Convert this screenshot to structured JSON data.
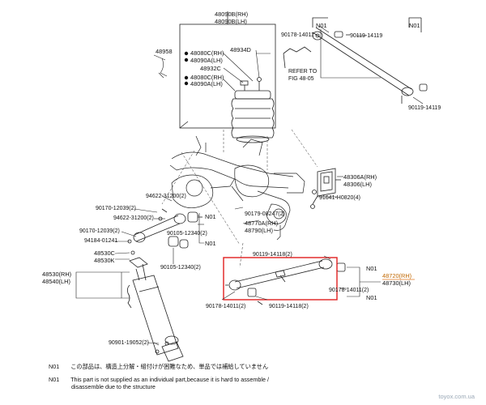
{
  "labels": {
    "p48090b_rh": "48090B(RH)",
    "p48090b_lh": "48090B(LH)",
    "p48958": "48958",
    "p48934d": "48934D",
    "p48080c_rh_a": "48080C(RH)",
    "p48090a_lh_a": "48090A(LH)",
    "p48932c": "48932C",
    "p48080c_rh_b": "48080C(RH)",
    "p48090a_lh_b": "48090A(LH)",
    "p90178_14011_top": "90178-14011",
    "n01_top_left": "N01",
    "p90119_14119_top": "90119-14119",
    "n01_top_right": "N01",
    "refer_to": "REFER TO",
    "fig_48_05": "FIG 48-05",
    "p90119_14119_bot": "90119-14119",
    "p48306a_rh": "48306A(RH)",
    "p48306_lh": "48306(LH)",
    "p94622_31200_a": "94622-31200(2)",
    "p91641_h0820": "91641-H0820(4)",
    "p90170_12039_a": "90170-12039(2)",
    "p94622_31200_b": "94622-31200(2)",
    "n01_mid_a": "N01",
    "p90179_08247": "90179-08247(2)",
    "p48770a_rh": "48770A(RH)",
    "p48790_lh": "48790(LH)",
    "p90170_12039_b": "90170-12039(2)",
    "p94184_01241": "94184-01241",
    "p90105_12340_a": "90105-12340(2)",
    "n01_mid_b": "N01",
    "p48530c": "48530C",
    "p48530k": "48530K",
    "p90105_12340_b": "90105-12340(2)",
    "p48530_rh": "48530(RH)",
    "p48540_lh": "48540(LH)",
    "p90119_14118_top": "90119-14118(2)",
    "n01_right_a": "N01",
    "p48720_rh": "48720(RH)",
    "p48730_lh": "48730(LH)",
    "p90178_14011_right": "90178-14011(2)",
    "n01_right_b": "N01",
    "p90178_14011_bot": "90178-14011(2)",
    "p90119_14118_bot": "90119-14118(2)",
    "p90901_19052": "90901-19052(2)"
  },
  "notes": {
    "code_1": "N01",
    "text_1": "この部品は、構造上分解・組付けが困難なため、単品では補給していません",
    "code_2": "N01",
    "text_2": "This part is not supplied as an individual part,because it is hard to assemble /",
    "text_3": "disassemble due to the structure"
  },
  "watermark": "toyox.com.ua",
  "colors": {
    "line": "#222222",
    "highlight": "#e02020"
  }
}
